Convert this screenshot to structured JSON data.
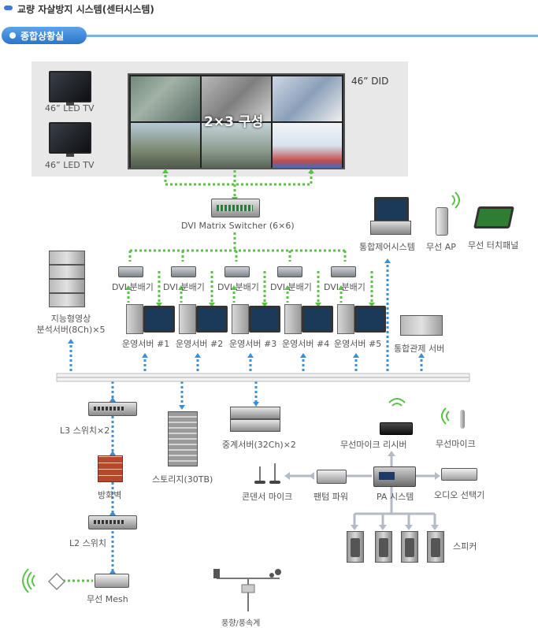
{
  "header": {
    "title": "교량 자살방지 시스템(센터시스템)",
    "section": "종합상황실"
  },
  "display_panel": {
    "tv_labels": [
      "46” LED TV",
      "46” LED TV"
    ],
    "did_label": "46” DID",
    "video_wall_label": "2×3 구성"
  },
  "devices": {
    "matrix_switcher": "DVI Matrix Switcher (6×6)",
    "control_system": "통합제어시스템",
    "wireless_ap": "무선 AP",
    "touch_panel": "무선 터치패널",
    "analysis_server": "지능형영상\n분석서버(8Ch)×5",
    "splitters": [
      "DVI 분배기",
      "DVI 분배기",
      "DVI 분배기",
      "DVI 분배기",
      "DVI 분배기"
    ],
    "op_servers": [
      "운영서버 #1",
      "운영서버 #2",
      "운영서버 #3",
      "운영서버 #4",
      "운영서버 #5"
    ],
    "control_server": "통합관제 서버",
    "l3_switch": "L3 스위치×2",
    "firewall": "방화벽",
    "l2_switch": "L2 스위치",
    "wireless_mesh": "무선 Mesh",
    "storage": "스토리지(30TB)",
    "relay_server": "중계서버(32Ch)×2",
    "condenser_mic": "콘덴서 마이크",
    "phantom_power": "팬텀 파워",
    "pa_system": "PA 시스템",
    "audio_selector": "오디오 선택기",
    "wireless_mic_receiver": "무선마이크 리시버",
    "wireless_mic": "무선마이크",
    "speaker": "스피커",
    "anemometer": "풍향/풍속계"
  },
  "colors": {
    "green_link": "#5cc14a",
    "blue_link": "#3e8ed6",
    "gray_link": "#b4bac6",
    "accent_blue": "#2d74c9"
  }
}
